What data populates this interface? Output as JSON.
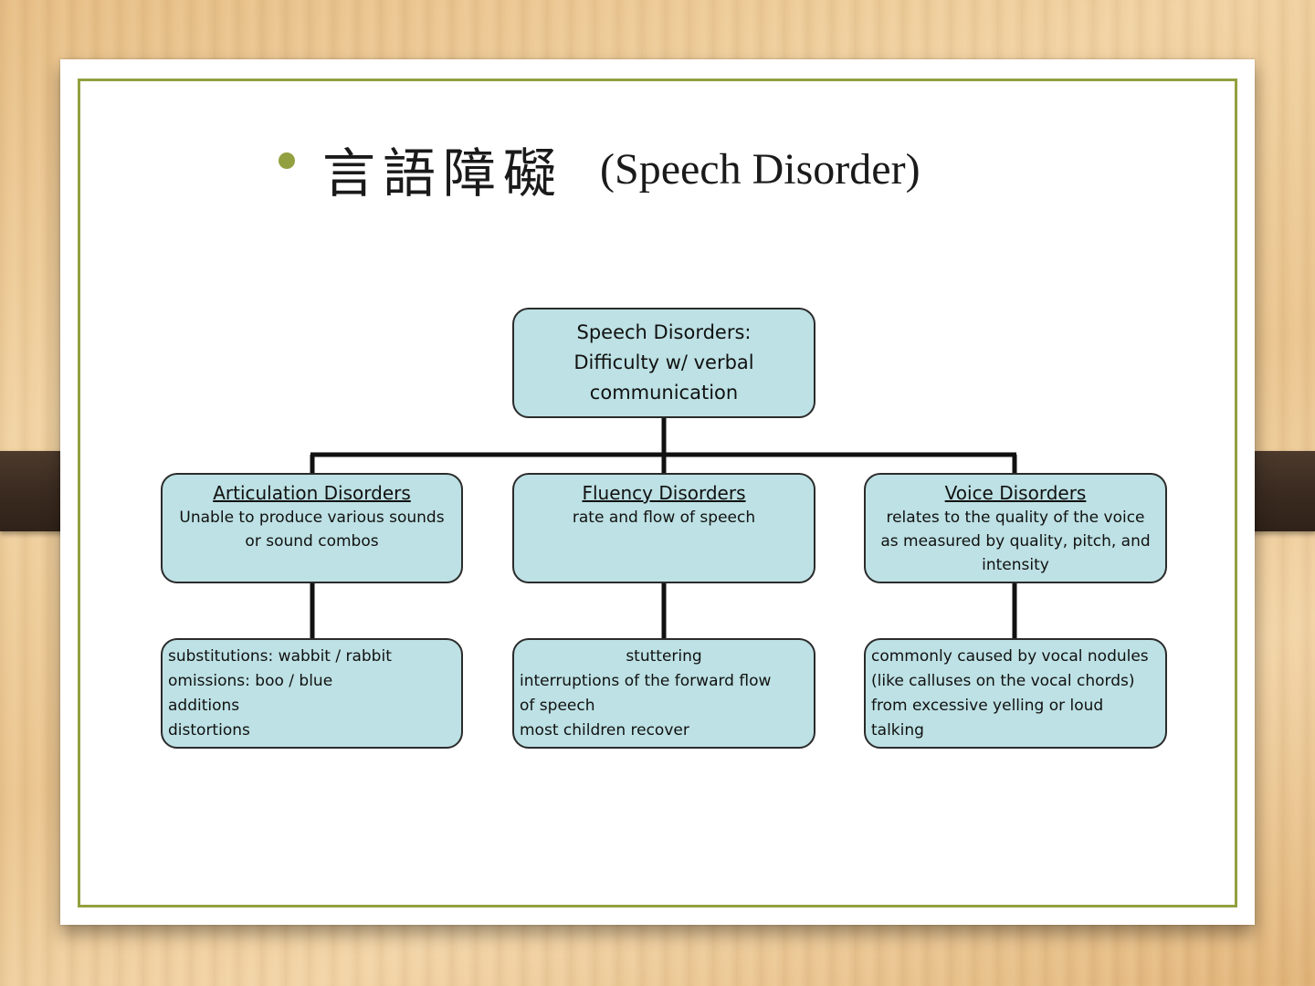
{
  "title": {
    "zh": "言語障礙",
    "en": "(Speech Disorder)"
  },
  "root": {
    "lines": [
      "Speech Disorders:",
      "Difficulty w/ verbal",
      "communication"
    ]
  },
  "categories": [
    {
      "heading": "Articulation Disorders",
      "description": [
        "Unable to produce various sounds",
        "or sound combos"
      ],
      "details": [
        "substitutions: wabbit / rabbit",
        "omissions:  boo / blue",
        "additions",
        "distortions"
      ]
    },
    {
      "heading": "Fluency Disorders",
      "description": [
        "rate and flow of speech"
      ],
      "details": [
        "stuttering",
        "interruptions of the forward flow",
        "of speech",
        "most children recover"
      ]
    },
    {
      "heading": "Voice Disorders",
      "description": [
        "relates to the quality of the voice",
        "as measured by quality, pitch, and",
        "intensity"
      ],
      "details": [
        "commonly caused by vocal nodules",
        "(like calluses on the vocal chords)",
        "from excessive yelling or loud",
        "talking"
      ]
    }
  ],
  "colors": {
    "accent": "#93a03f",
    "node_fill": "#bde1e4",
    "node_border": "#2b2b2b",
    "clip": "#3b2b20"
  }
}
